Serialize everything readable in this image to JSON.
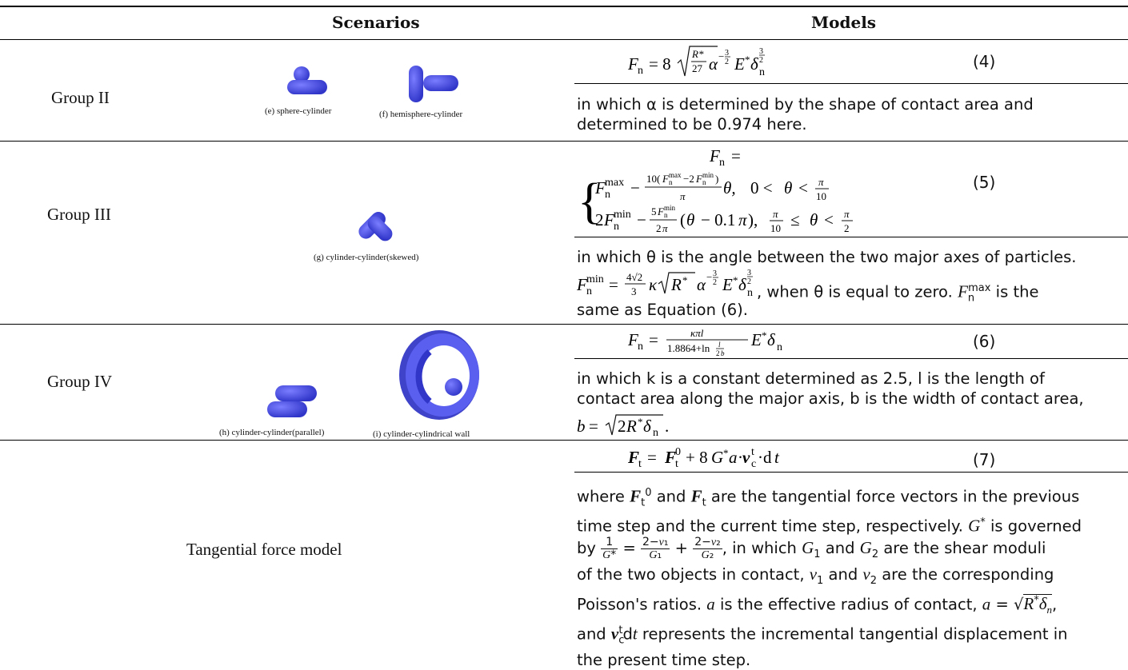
{
  "table": {
    "headers": {
      "scenarios": "Scenarios",
      "models": "Models"
    },
    "groups": [
      {
        "name": "Group II",
        "captions": [
          "(e) sphere-cylinder",
          "(f) hemisphere-cylinder"
        ],
        "equation_number": "(4)",
        "description": "in which α is determined by the shape of contact area and determined to be 0.974 here."
      },
      {
        "name": "Group III",
        "captions": [
          "(g) cylinder-cylinder(skewed)"
        ],
        "equation_number": "(5)",
        "description": "in which θ is the angle between the two major axes of particles. Fnmin = (4√2/3)κ√R* α^(−3/2) E* δn^(3/2), when θ is equal to zero. Fnmax is the same as Equation (6)."
      },
      {
        "name": "Group IV",
        "captions": [
          "(h) cylinder-cylinder(parallel)",
          "(i) cylinder-cylindrical wall"
        ],
        "equation_number": "(6)",
        "description": "in which k is a constant determined as 2.5, l is the length of contact area along the major axis, b is the width of contact area, b = √(2R*δn)."
      },
      {
        "name": "Tangential force model",
        "captions": [],
        "equation_number": "(7)",
        "description": "where Ft0 and Ft are the tangential force vectors in the previous time step and the current time step, respectively. G* is governed by 1/G* = (2−ν1)/G1 + (2−ν2)/G2, in which G1 and G2 are the shear moduli of the two objects in contact, ν1 and ν2 are the corresponding Poisson's ratios. a is the effective radius of contact, a = √(R*δn), and vct dt represents the incremental tangential displacement in the present time step."
      }
    ],
    "text": {
      "g2_l1": "in which α is determined by the shape of contact area and",
      "g2_l2": "determined to be 0.974 here.",
      "g3_l1": "in which θ is the angle between the two major axes of particles.",
      "g3_l2b": ", when θ is equal to zero.",
      "g3_l2c": "is the",
      "g3_l3": "same as Equation (6).",
      "g4_l1": "in which k is a constant determined as 2.5, l is the length of",
      "g4_l2": "contact area along the major axis, b is the width of contact area,",
      "t_l1b": "and",
      "t_l1d": "are the tangential force vectors in the previous",
      "t_l2": "time step and the current time step, respectively.",
      "t_l2b": "is governed",
      "t_l3c": ", in which",
      "t_l3d": "and",
      "t_l3e": "are the shear moduli",
      "t_l4a": "of the two objects in contact,",
      "t_l4b": "and",
      "t_l4c": "are the corresponding",
      "t_l5a": "Poisson's ratios.",
      "t_l5b": "is the effective radius of contact,",
      "t_l6a": "and",
      "t_l6b": "represents the incremental tangential displacement in",
      "t_l7": "the present time step."
    },
    "colors": {
      "particle": "#4b4fe6",
      "rule": "#000000"
    }
  }
}
